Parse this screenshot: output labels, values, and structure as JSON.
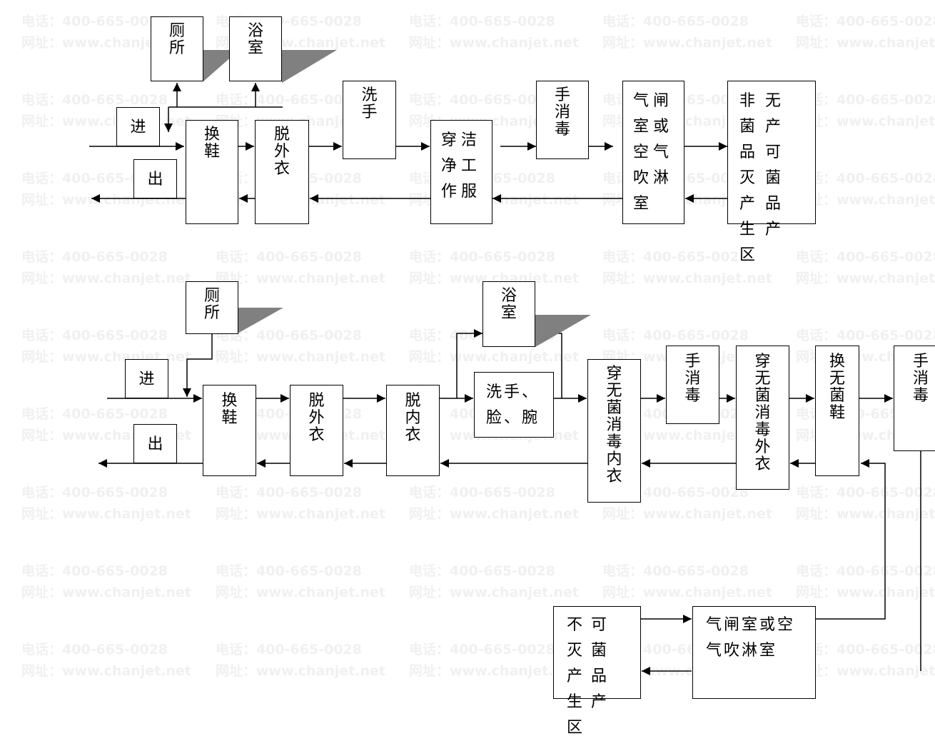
{
  "watermark": {
    "phone": "电话：400-665-0028",
    "site": "网址：www.chanjet.net"
  },
  "colors": {
    "line": "#000000",
    "shadow": "#808080",
    "watermark": "#f0f0f0"
  },
  "top_flow": {
    "toilet": "厕所",
    "bath": "浴室",
    "enter": "进",
    "exit": "出",
    "change_shoes": "换鞋",
    "remove_outer": "脱外衣",
    "wash_hands": "洗手",
    "wear_clean": "穿洁净工作服",
    "hand_disinfect": "手消毒",
    "airlock": "气闸室或空气吹淋室",
    "non_sterile_area": "非无菌产品可灭菌产品生产区"
  },
  "bottom_flow": {
    "toilet": "厕所",
    "bath": "浴室",
    "enter": "进",
    "exit": "出",
    "change_shoes": "换鞋",
    "remove_outer": "脱外衣",
    "remove_inner": "脱内衣",
    "wash": "洗手、脸、腕",
    "wear_sterile_inner": "穿无菌消毒内衣",
    "hand_disinfect_1": "手消毒",
    "wear_sterile_outer": "穿无菌消毒外衣",
    "change_sterile_shoes": "换无菌鞋",
    "hand_disinfect_2": "手消毒",
    "airlock": "气闸室或空气吹淋室",
    "non_terminal_area": "不可灭菌产品生产区"
  }
}
